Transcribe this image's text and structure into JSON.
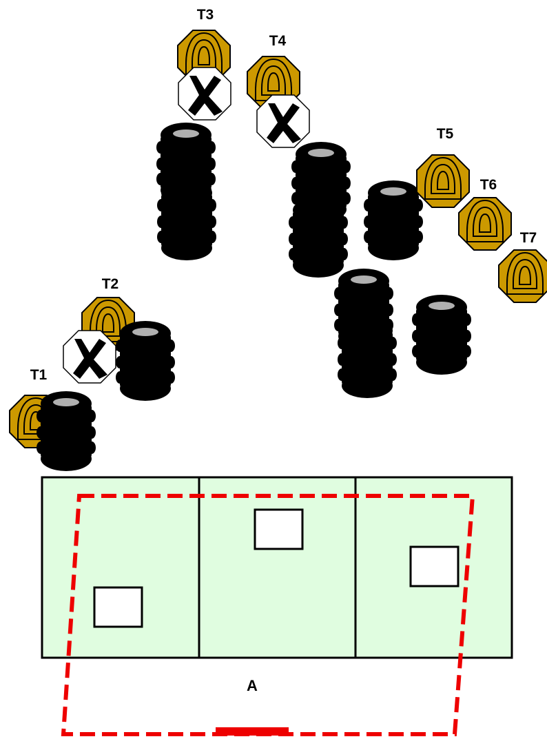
{
  "targets": [
    {
      "id": "T1",
      "label": "T1",
      "type": "paper-target"
    },
    {
      "id": "T2",
      "label": "T2",
      "type": "paper-target",
      "no_shoot": true
    },
    {
      "id": "T3",
      "label": "T3",
      "type": "paper-target",
      "no_shoot": true
    },
    {
      "id": "T4",
      "label": "T4",
      "type": "paper-target",
      "no_shoot": true
    },
    {
      "id": "T5",
      "label": "T5",
      "type": "paper-target"
    },
    {
      "id": "T6",
      "label": "T6",
      "type": "paper-target"
    },
    {
      "id": "T7",
      "label": "T7",
      "type": "paper-target"
    }
  ],
  "start_area": {
    "label": "A"
  },
  "colors": {
    "target_fill": "#cc9900",
    "target_stroke": "#000000",
    "no_shoot_fill": "#ffffff",
    "barrel_fill": "#000000",
    "barrel_top": "#b0b0b0",
    "box_fill": "#e0fde0",
    "start_area_stroke": "#ee0000"
  },
  "icons": {
    "target": "octagon-target-icon",
    "no_shoot": "no-shoot-x-icon",
    "barrel": "tire-stack-icon"
  }
}
